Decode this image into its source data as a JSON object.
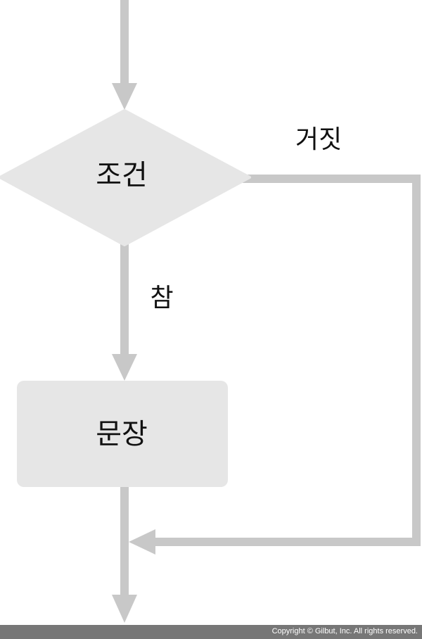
{
  "diagram": {
    "condition_label": "조건",
    "false_label": "거짓",
    "true_label": "참",
    "statement_label": "문장"
  },
  "footer": {
    "copyright": "Copyright © Gilbut, Inc. All rights reserved."
  },
  "colors": {
    "arrow": "#c8c8c8",
    "shape": "#e6e6e6",
    "footer": "#777777"
  }
}
